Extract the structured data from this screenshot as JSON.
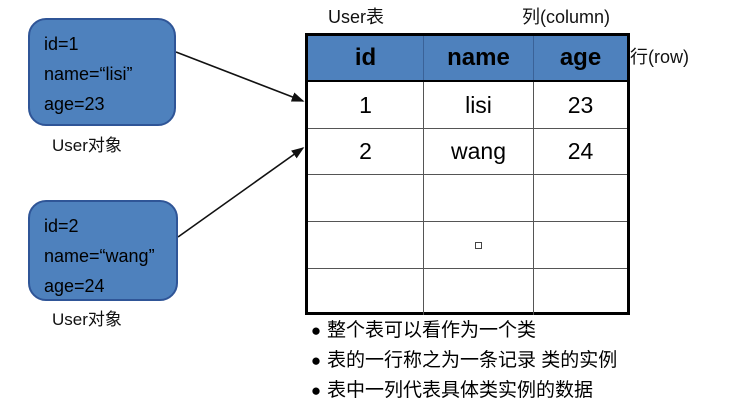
{
  "diagram": {
    "objects": [
      {
        "name": "user-object-1",
        "lines": [
          "id=1",
          "name=“lisi”",
          "age=23"
        ],
        "caption": "User对象"
      },
      {
        "name": "user-object-2",
        "lines": [
          "id=2",
          "name=“wang”",
          "age=24"
        ],
        "caption": "User对象"
      }
    ],
    "table": {
      "title": "User表",
      "column_label": "列(column)",
      "row_label": "行(row)",
      "headers": [
        "id",
        "name",
        "age"
      ],
      "rows": [
        [
          "1",
          "lisi",
          "23"
        ],
        [
          "2",
          "wang",
          "24"
        ],
        [
          "",
          "",
          ""
        ],
        [
          "",
          "",
          ""
        ],
        [
          "",
          "",
          ""
        ]
      ]
    },
    "bullets": [
      "整个表可以看作为一个类",
      "表的一行称之为一条记录 类的实例",
      "表中一列代表具体类实例的数据"
    ],
    "bullet_marker": "●",
    "colors": {
      "box_fill": "#4E81BD",
      "box_border": "#2F5597",
      "header_fill": "#4E81BD",
      "table_border": "#000000",
      "background": "#FFFFFF"
    }
  }
}
